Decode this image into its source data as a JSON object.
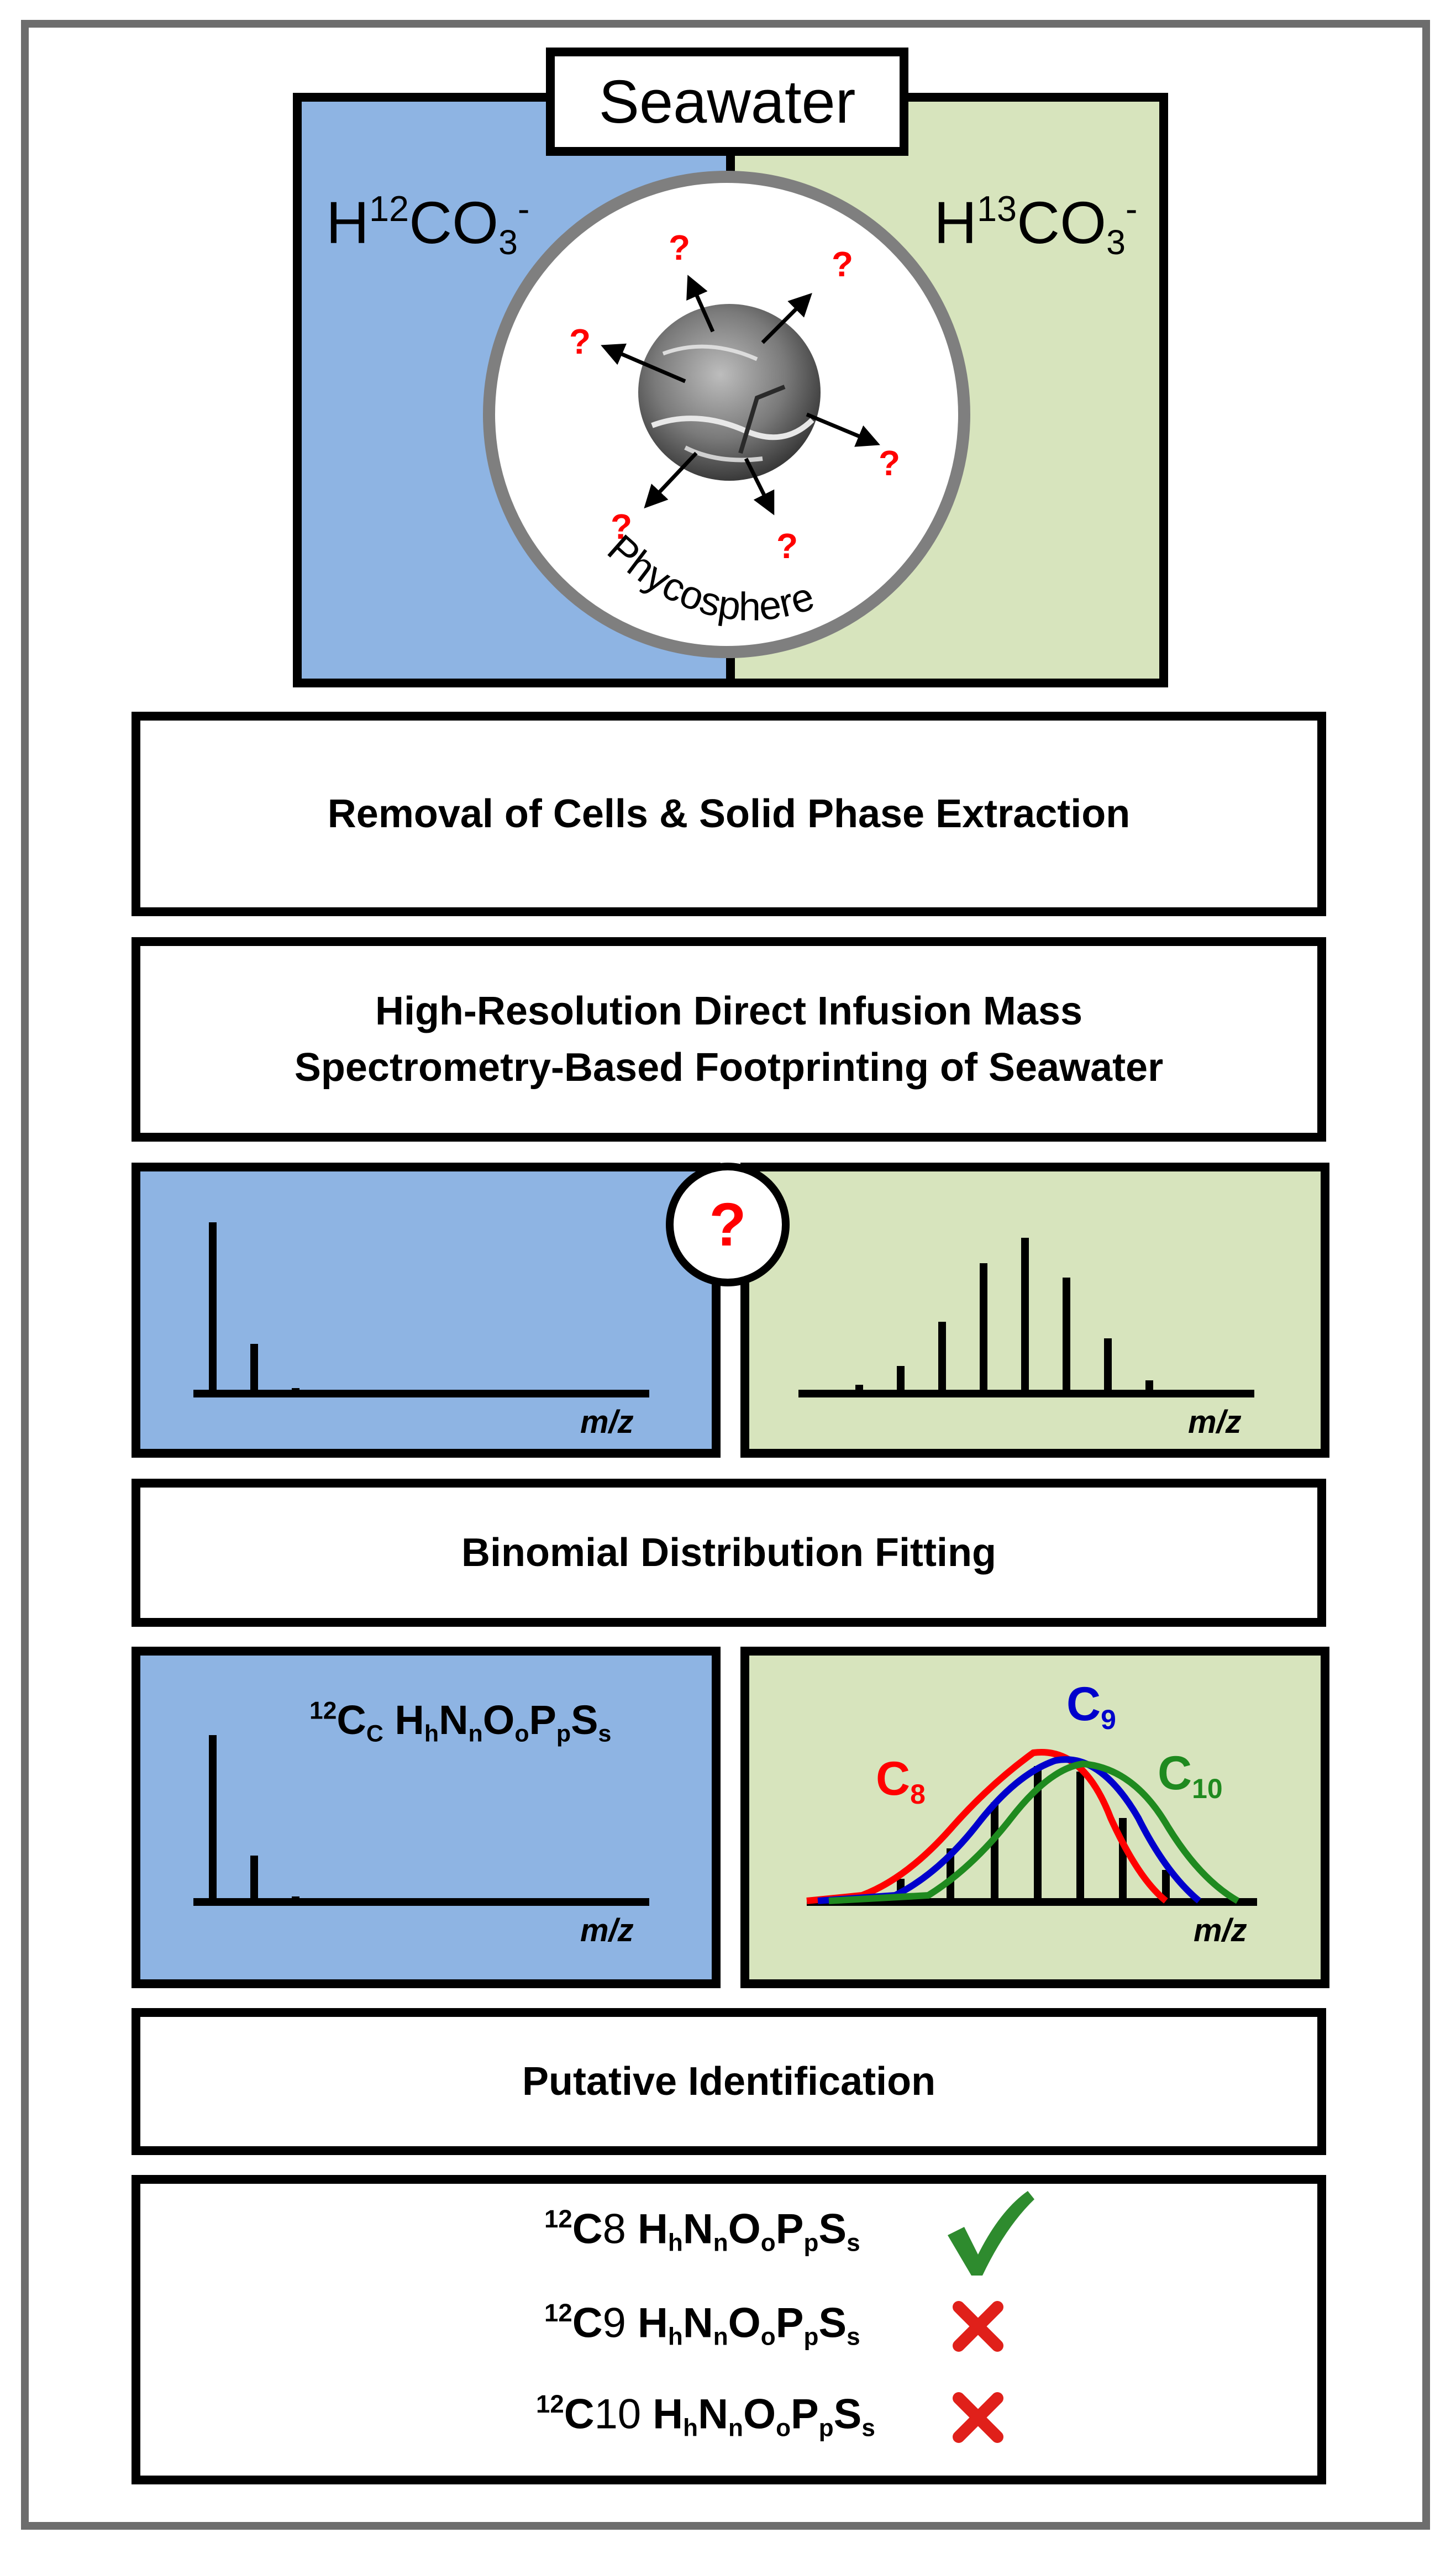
{
  "top": {
    "title": "Seawater",
    "left_label": {
      "base": "H",
      "iso": "12",
      "rest": "CO",
      "sub": "3",
      "charge": "-"
    },
    "right_label": {
      "base": "H",
      "iso": "13",
      "rest": "CO",
      "sub": "3",
      "charge": "-"
    },
    "circle_label": "Phycosphere",
    "question_mark": "?"
  },
  "steps": {
    "step1": "Removal of Cells & Solid Phase Extraction",
    "step2_line1": "High-Resolution Direct Infusion Mass",
    "step2_line2": "Spectrometry-Based Footprinting of Seawater",
    "step3": "Binomial Distribution Fitting",
    "step4": "Putative Identification"
  },
  "spectra": {
    "axis_label": "m/z",
    "question_mark": "?",
    "formula_left": {
      "iso": "12",
      "c": "C",
      "csub": "C",
      "rest": [
        [
          "H",
          "h"
        ],
        [
          "N",
          "n"
        ],
        [
          "O",
          "o"
        ],
        [
          "P",
          "p"
        ],
        [
          "S",
          "s"
        ]
      ]
    },
    "labels": {
      "c8": "C",
      "c8_sub": "8",
      "c9": "C",
      "c9_sub": "9",
      "c10": "C",
      "c10_sub": "10"
    },
    "colors": {
      "c8": "#ff0000",
      "c9": "#0000cc",
      "c10": "#1f8a1f"
    }
  },
  "results": [
    {
      "iso": "12",
      "c": "C",
      "n": "8",
      "status": "check"
    },
    {
      "iso": "12",
      "c": "C",
      "n": "9",
      "status": "cross"
    },
    {
      "iso": "12",
      "c": "C",
      "n": "10",
      "status": "cross"
    }
  ],
  "results_tail": [
    [
      "H",
      "h"
    ],
    [
      "N",
      "n"
    ],
    [
      "O",
      "o"
    ],
    [
      "P",
      "p"
    ],
    [
      "S",
      "s"
    ]
  ],
  "colors": {
    "blue_panel": "#8eb4e3",
    "green_panel": "#d7e4bd",
    "check": "#2e8b2e",
    "cross": "#e0201a",
    "question": "#ff0000"
  }
}
